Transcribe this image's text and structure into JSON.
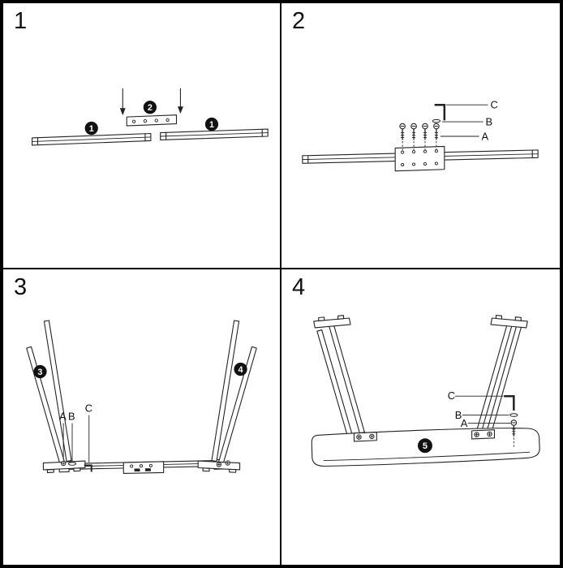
{
  "colors": {
    "background": "#ffffff",
    "line": "#222222",
    "badge": "#111111",
    "border": "#000000"
  },
  "panel1": {
    "step": "1",
    "parts": {
      "beam_left": "1",
      "beam_right": "1",
      "connector_plate": "2"
    }
  },
  "panel2": {
    "step": "2",
    "hardware": {
      "allen_key": "C",
      "washer": "B",
      "bolt": "A"
    }
  },
  "panel3": {
    "step": "3",
    "parts": {
      "leg_frame_left": "3",
      "leg_frame_right": "4"
    },
    "hardware": {
      "bolt": "A",
      "washer": "B",
      "allen_key": "C"
    }
  },
  "panel4": {
    "step": "4",
    "parts": {
      "tabletop": "5"
    },
    "hardware": {
      "allen_key": "C",
      "washer": "B",
      "bolt": "A"
    }
  }
}
